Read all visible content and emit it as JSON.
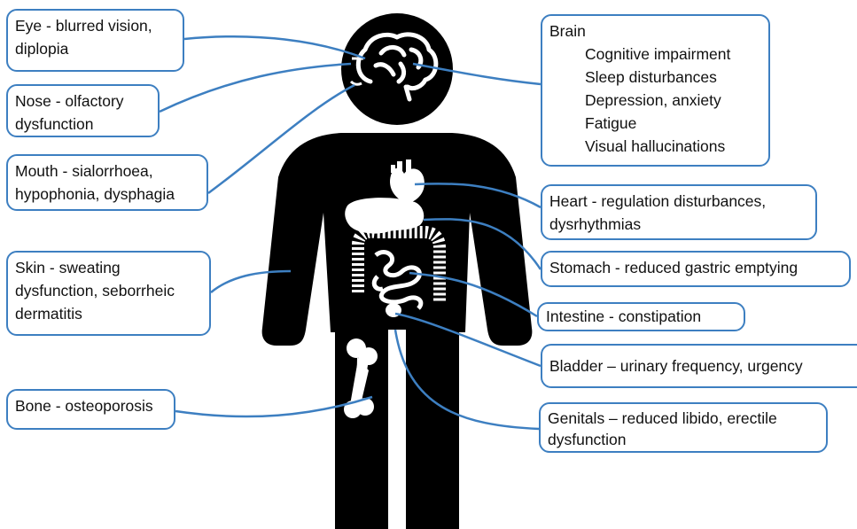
{
  "colors": {
    "connector": "#3d7fc1",
    "box_border": "#3d7fc1",
    "silhouette": "#000000",
    "organs": "#ffffff"
  },
  "labels": {
    "eye": [
      "Eye - blurred vision,",
      "diplopia"
    ],
    "nose": [
      "Nose - olfactory",
      "dysfunction"
    ],
    "mouth": [
      "Mouth - sialorrhoea,",
      "hypophonia, dysphagia"
    ],
    "skin": [
      "Skin - sweating",
      "dysfunction, seborrheic",
      "dermatitis"
    ],
    "bone": [
      "Bone - osteoporosis"
    ],
    "brain": {
      "title": "Brain",
      "items": [
        "Cognitive impairment",
        "Sleep disturbances",
        "Depression, anxiety",
        "Fatigue",
        "Visual hallucinations"
      ]
    },
    "heart": [
      "Heart - regulation disturbances,",
      "dysrhythmias"
    ],
    "stomach": [
      "Stomach - reduced gastric emptying"
    ],
    "intestine": [
      "Intestine - constipation"
    ],
    "bladder": [
      "Bladder – urinary frequency, urgency"
    ],
    "genitals": [
      "Genitals – reduced libido, erectile",
      "dysfunction"
    ]
  },
  "icons": [
    "human-silhouette",
    "brain-icon",
    "heart-icon",
    "stomach-icon",
    "intestine-icon",
    "bladder-icon",
    "bone-icon"
  ]
}
